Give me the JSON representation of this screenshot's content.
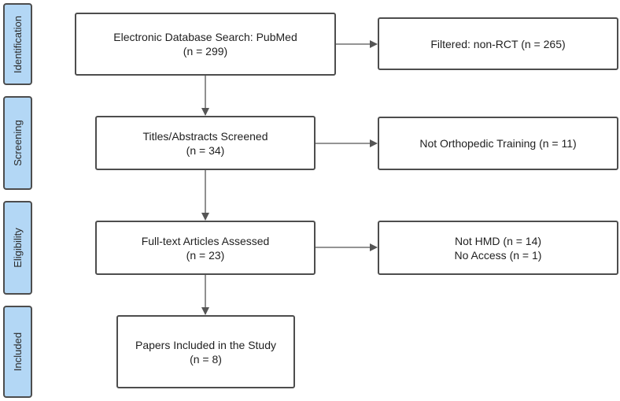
{
  "stages": [
    {
      "id": "identification",
      "label": "Identification"
    },
    {
      "id": "screening",
      "label": "Screening"
    },
    {
      "id": "eligibility",
      "label": "Eligibility"
    },
    {
      "id": "included",
      "label": "Included"
    }
  ],
  "boxes": {
    "search": {
      "line1": "Electronic Database Search: PubMed",
      "line2": "(n = 299)"
    },
    "filtered": {
      "line1": "Filtered: non-RCT (n = 265)"
    },
    "screened": {
      "line1": "Titles/Abstracts Screened",
      "line2": "(n = 34)"
    },
    "not_ortho": {
      "line1": "Not Orthopedic Training (n = 11)"
    },
    "fulltext": {
      "line1": "Full-text Articles Assessed",
      "line2": "(n = 23)"
    },
    "excluded": {
      "line1": "Not HMD (n = 14)",
      "line2": "No Access (n = 1)"
    },
    "included": {
      "line1": "Papers Included in the Study",
      "line2": "(n = 8)"
    }
  },
  "colors": {
    "stage_fill": "#b3d7f5",
    "border": "#4d4d4d",
    "arrow": "#555555"
  }
}
